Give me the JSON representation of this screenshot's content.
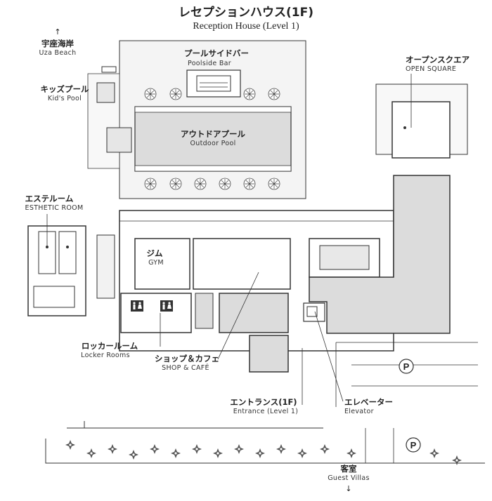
{
  "title": {
    "jp": "レセプションハウス(1F)",
    "en": "Reception House (Level 1)"
  },
  "labels": {
    "uza_beach": {
      "jp": "宇座海岸",
      "en": "Uza Beach"
    },
    "kids_pool": {
      "jp": "キッズプール",
      "en": "Kid's Pool"
    },
    "poolside_bar": {
      "jp": "プールサイドバー",
      "en": "Poolside Bar"
    },
    "outdoor_pool": {
      "jp": "アウトドアプール",
      "en": "Outdoor Pool"
    },
    "open_square": {
      "jp": "オープンスクエア",
      "en": "OPEN SQUARE"
    },
    "esthetic_room": {
      "jp": "エステルーム",
      "en": "ESTHETIC ROOM"
    },
    "gym": {
      "jp": "ジム",
      "en": "GYM"
    },
    "locker_rooms": {
      "jp": "ロッカールーム",
      "en": "Locker Rooms"
    },
    "shop_cafe": {
      "jp": "ショップ＆カフェ",
      "en": "SHOP & CAFÉ"
    },
    "entrance": {
      "jp": "エントランス(1F)",
      "en": "Entrance (Level 1)"
    },
    "elevator": {
      "jp": "エレベーター",
      "en": "Elevator"
    },
    "guest_villas": {
      "jp": "客室",
      "en": "Guest Villas"
    }
  },
  "parking_symbol": "P",
  "arrows": {
    "up": "↑",
    "down": "↓"
  },
  "colors": {
    "wall": "#333333",
    "floor": "#dcdcdc",
    "deck": "#f4f4f4",
    "text": "#222222"
  }
}
